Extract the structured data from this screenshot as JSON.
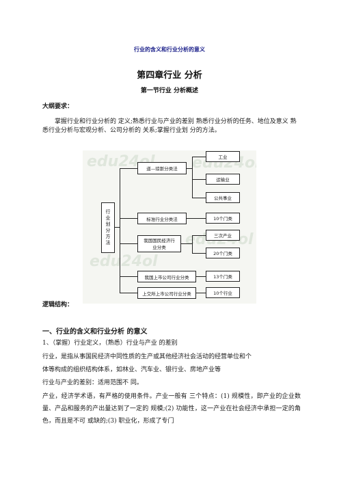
{
  "header": "行业的含义和行业分析的意义",
  "chapter_title": "第四章行业 分析",
  "section_title": "第一节行业 分析概述",
  "requirements_heading": "大纲要求：",
  "requirements_text": "掌握行业和行业分析的 定义;熟悉行业与产业的差别 熟悉行业分析的任务、地位及意义 熟悉行业分析与宏观分析、公司分析的 关系;掌握行业划 分的方法。",
  "diagram": {
    "root_chars": [
      "行",
      "业",
      "划",
      "分",
      "方",
      "法"
    ],
    "methods": [
      "道—琼斯分类法",
      "标准行业分类法",
      "我国国民经济行业分类",
      "我国上市公司行业分类",
      "上交所上市公司行业分类"
    ],
    "leaves": [
      "工业",
      "运输业",
      "公共事业",
      "10个门类",
      "三次产业",
      "20个门类",
      "13个门类",
      "10个行业"
    ],
    "watermarks": [
      "edu24ol",
      "edu24ol",
      "edu24ol",
      "edu24ol"
    ]
  },
  "logic_heading": "逻辑结构：",
  "section1": {
    "heading": "一、行业的含义和行业分析 的意义",
    "sub": "1、（掌握）行业定义，（熟悉）行业与产业 的差别",
    "p1_line1": "行业，是指从事国民经济中同性质的生产或其他经济社会活动的经营单位和个",
    "p1_line2": "体等构成的组织结构体系，如林业、汽车业、银行业、房地产业等",
    "p2": "行业与产业的差别：适用范围不 同。",
    "p3": "产业，经济学术语，有严格的使用条件。产业一般有 三个特点：(1) 规模性，即产业的企业数量、产品和服务的产出量达到了一定的 规模;(2) 功能性，这一产业在社会经济中承担一定的角色，而且是不可 或缺的;(3) 职业化，形成了专门"
  }
}
